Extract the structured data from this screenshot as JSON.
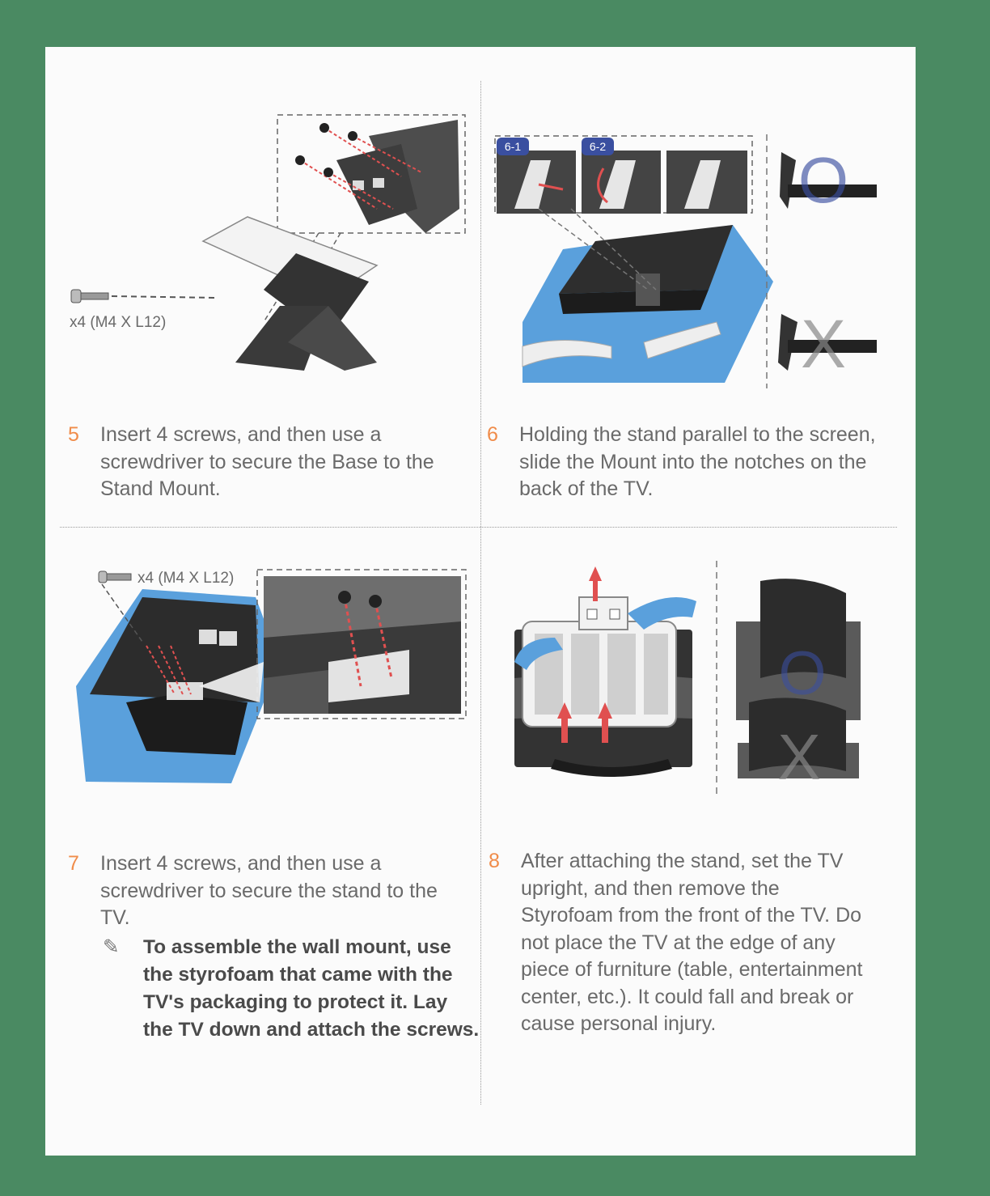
{
  "steps": [
    {
      "num": "5",
      "text": "Insert 4 screws, and then use a screwdriver to secure the Base to the Stand Mount.",
      "screw_label": "x4 (M4 X L12)"
    },
    {
      "num": "6",
      "text": "Holding the stand parallel to the screen, slide the Mount into the notches on the back of the TV.",
      "badges": [
        "6-1",
        "6-2"
      ],
      "marks": [
        "O",
        "X"
      ]
    },
    {
      "num": "7",
      "text": "Insert 4 screws, and then use a screwdriver to secure the stand to the TV.",
      "screw_label": "x4 (M4 X L12)",
      "note": "To assemble the wall mount, use the styrofoam that came with the TV's packaging to protect it. Lay the TV down and attach the screws."
    },
    {
      "num": "8",
      "text": "After attaching the stand, set the TV upright, and then remove the Styrofoam from the front of the TV. Do not place the TV at the edge of any piece of furniture (table, entertainment center, etc.). It could fall and break or cause personal injury.",
      "marks": [
        "O",
        "X"
      ]
    }
  ],
  "colors": {
    "background": "#4a8a62",
    "step_number": "#f08c4a",
    "badge": "#3a4fa0",
    "styrofoam": "#5aa0dc"
  }
}
